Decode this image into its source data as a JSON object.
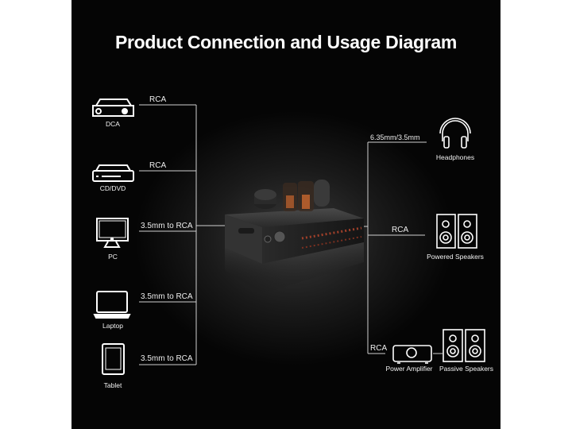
{
  "title": "Product Connection and Usage Diagram",
  "inputs": [
    {
      "device": "DCA",
      "cable": "RCA",
      "icon": "dac-icon"
    },
    {
      "device": "CD/DVD",
      "cable": "RCA",
      "icon": "cd-dvd-player-icon"
    },
    {
      "device": "PC",
      "cable": "3.5mm to RCA",
      "icon": "pc-monitor-icon"
    },
    {
      "device": "Laptop",
      "cable": "3.5mm to RCA",
      "icon": "laptop-icon"
    },
    {
      "device": "Tablet",
      "cable": "3.5mm to RCA",
      "icon": "tablet-icon"
    }
  ],
  "outputs": [
    {
      "device": "Headphones",
      "cable": "6.35mm/3.5mm",
      "icon": "headphones-icon"
    },
    {
      "device": "Powered Speakers",
      "cable": "RCA",
      "icon": "speakers-icon"
    },
    {
      "device": "Power Amplifier",
      "cable": "RCA",
      "icon": "amplifier-icon"
    },
    {
      "device": "Passive Speakers",
      "icon": "speakers-icon"
    }
  ],
  "colors": {
    "background": "#000000",
    "line": "#d0d0d0",
    "text": "#ffffff",
    "tube_glow": "#e07030"
  }
}
